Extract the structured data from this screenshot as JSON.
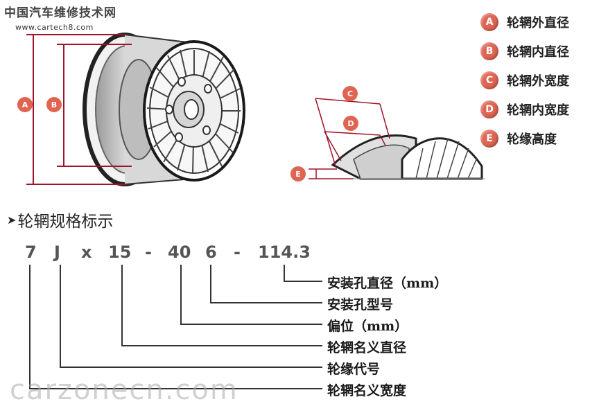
{
  "watermark_top": "中国汽车维修技术网",
  "watermark_url": "www.cartech8.com",
  "watermark_bottom": "carzonecn.com",
  "badge_color": "#e06452",
  "dimension_line_color": "#a01428",
  "legend": [
    {
      "letter": "A",
      "label": "轮辋外直径"
    },
    {
      "letter": "B",
      "label": "轮辋内直径"
    },
    {
      "letter": "C",
      "label": "轮辋外宽度"
    },
    {
      "letter": "D",
      "label": "轮辋内宽度"
    },
    {
      "letter": "E",
      "label": "轮缘高度"
    }
  ],
  "diagram_letters": {
    "A": "A",
    "B": "B",
    "C": "C",
    "D": "D",
    "E": "E"
  },
  "spec_title": "轮辋规格标示",
  "spec_code": [
    "7",
    "J",
    "x",
    "15",
    "-",
    "40",
    "6",
    "-",
    "114.3"
  ],
  "spec_labels": [
    "安装孔直径（mm）",
    "安装孔型号",
    "偏位（mm）",
    "轮辋名义直径",
    "轮缘代号",
    "轮辋名义宽度"
  ]
}
